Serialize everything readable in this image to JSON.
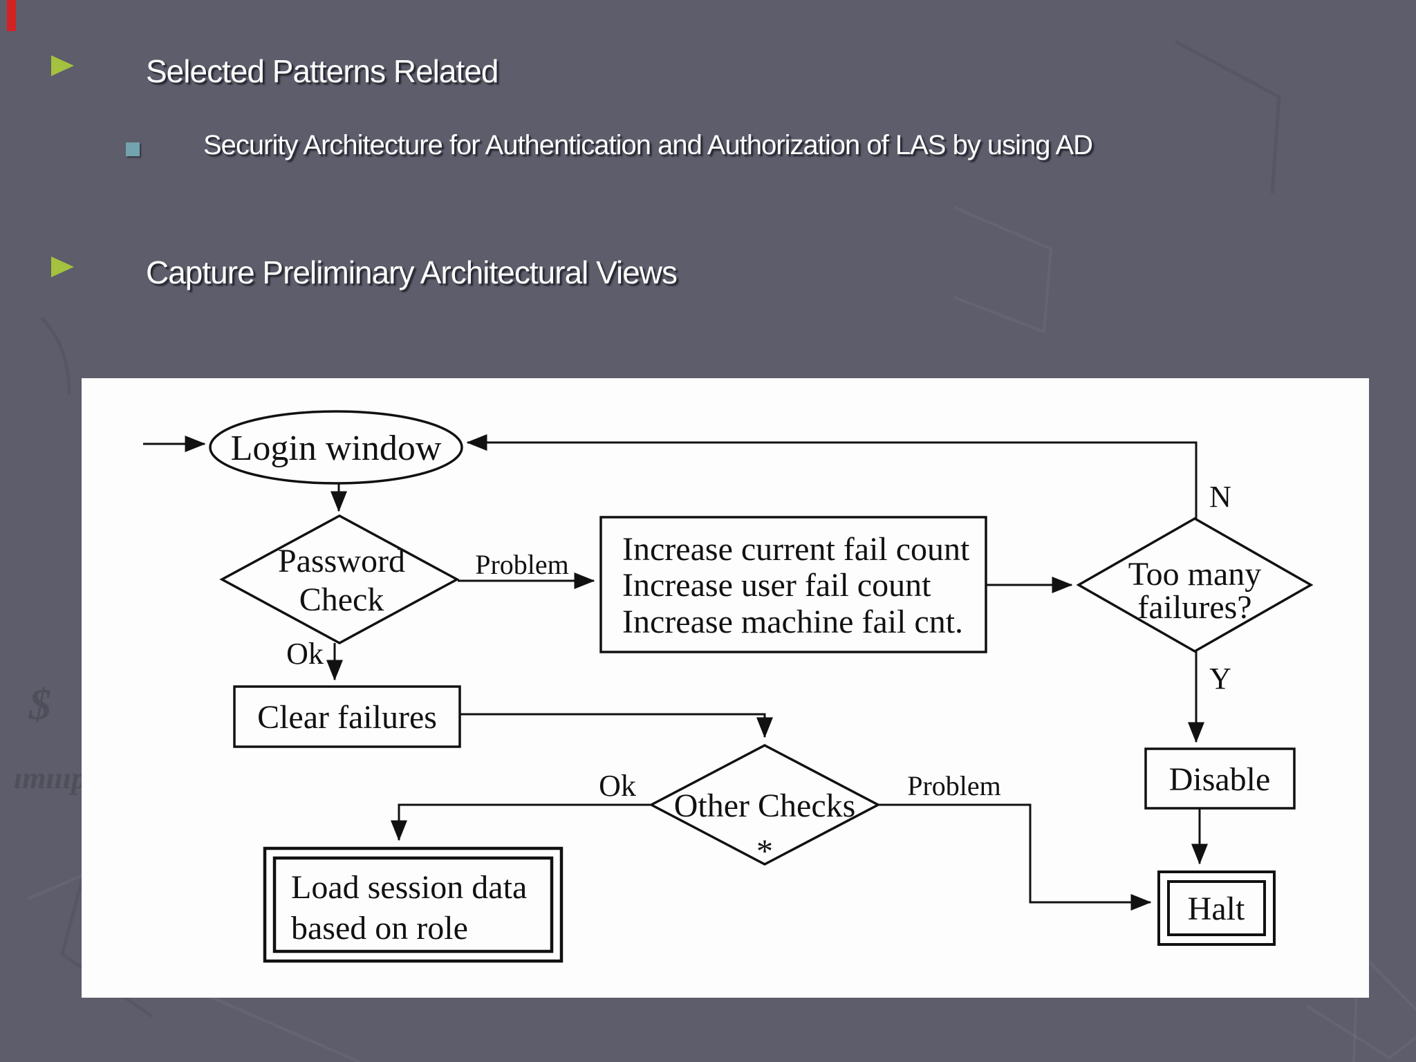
{
  "slide": {
    "bullets": [
      {
        "label": "Selected Patterns Related"
      },
      {
        "label": "Capture Preliminary Architectural Views"
      }
    ],
    "sub_bullet": "Security Architecture for Authentication and Authorization of LAS by using AD"
  },
  "colors": {
    "background": "#5d5d6b",
    "bullet_arrow": "#a4c13f",
    "sub_bullet_marker": "#72a3ae",
    "chart_background": "#fdfdfd",
    "line": "#111111",
    "corner_mark": "#d32222"
  },
  "flowchart": {
    "nodes": {
      "login_window": "Login window",
      "password_check_line1": "Password",
      "password_check_line2": "Check",
      "increase_line1": "Increase current fail count",
      "increase_line2": "Increase user fail count",
      "increase_line3": "Increase machine fail cnt.",
      "too_many_line1": "Too many",
      "too_many_line2": "failures?",
      "clear_failures": "Clear failures",
      "other_checks_line1": "Other Checks",
      "other_checks_line2": "*",
      "disable": "Disable",
      "halt": "Halt",
      "load_session_line1": "Load session data",
      "load_session_line2": "based on role"
    },
    "edge_labels": {
      "problem_1": "Problem",
      "ok_1": "Ok",
      "n": "N",
      "y": "Y",
      "ok_2": "Ok",
      "problem_2": "Problem"
    }
  }
}
